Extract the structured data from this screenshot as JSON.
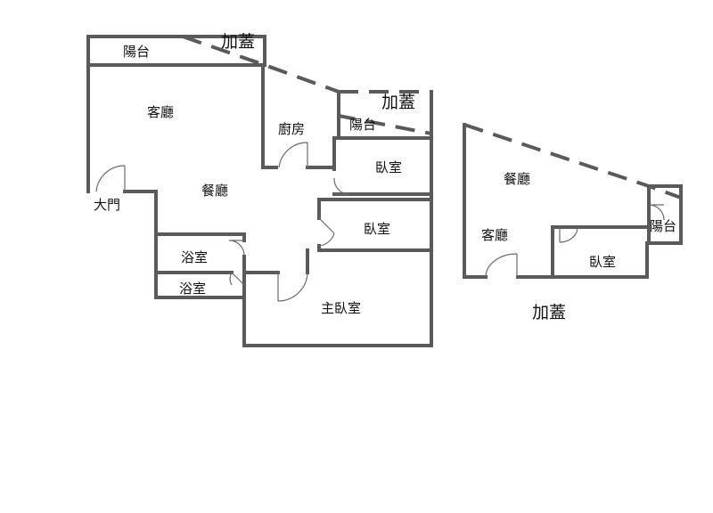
{
  "main_plan": {
    "balcony_top": "陽台",
    "addition_top": "加蓋",
    "living_room": "客廳",
    "kitchen": "廚房",
    "balcony_right": "陽台",
    "addition_right": "加蓋",
    "dining_room": "餐廳",
    "main_door": "大門",
    "bedroom_1": "臥室",
    "bedroom_2": "臥室",
    "bathroom_1": "浴室",
    "bathroom_2": "浴室",
    "master_bedroom": "主臥室"
  },
  "addition_plan": {
    "dining_room": "餐廳",
    "living_room": "客廳",
    "balcony": "陽台",
    "bedroom": "臥室",
    "caption": "加蓋"
  }
}
